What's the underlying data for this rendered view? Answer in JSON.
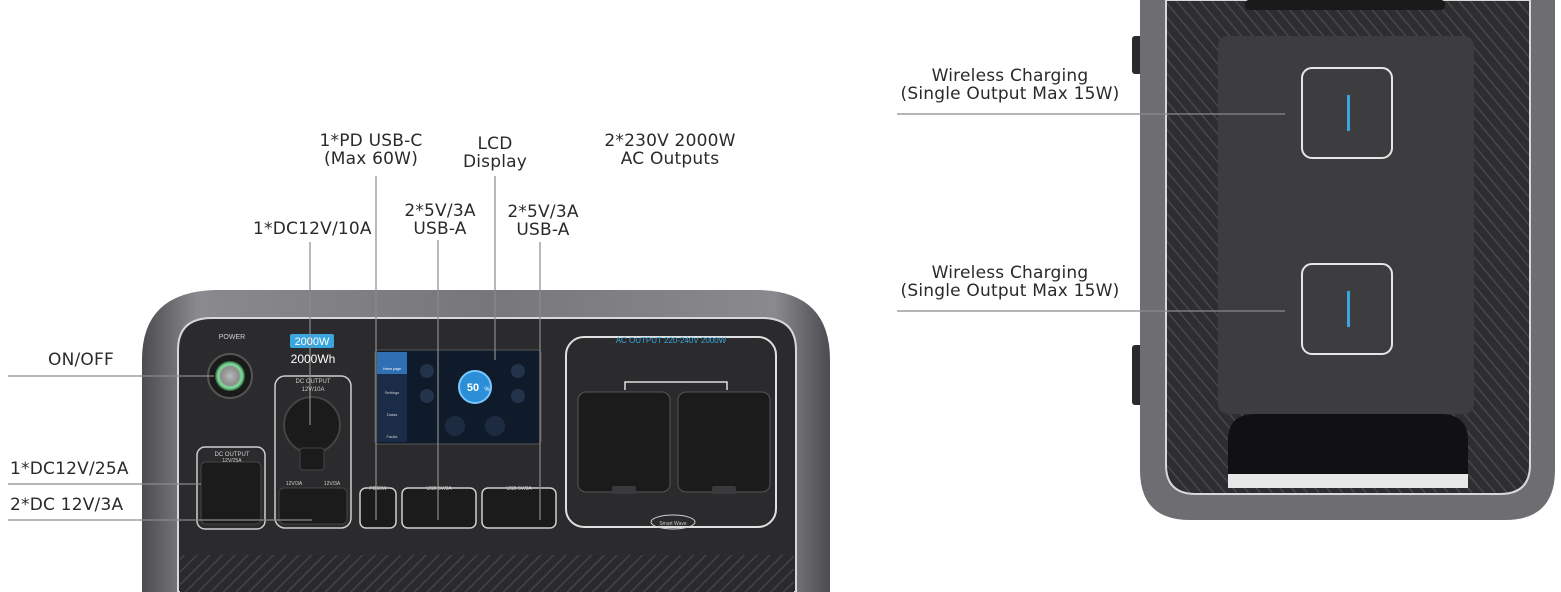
{
  "front_panel": {
    "capacity_badge": "2000W",
    "capacity_label": "2000Wh",
    "power_label": "POWER",
    "dc_output_label_top": "DC OUTPUT",
    "dc_output_sub_top": "12V/10A",
    "dc_output_label_left": "DC OUTPUT",
    "dc_output_sub_left": "12V/25A",
    "dc_port_label_a": "12V/3A",
    "dc_port_label_b": "12V/3A",
    "usbc_label": "PD60W",
    "usb_a_label_1": "USB 5V/3A",
    "usb_a_label_2": "USB 5V/3A",
    "ac_output_label": "AC OUTPUT 220-240V 2000W",
    "smart_wave_label": "Smart Wave",
    "lcd": {
      "battery_percent": "50",
      "battery_unit": "%",
      "menu": [
        "Home page",
        "Settings",
        "Datas",
        "Faults"
      ]
    }
  },
  "callouts": {
    "on_off": "ON/OFF",
    "dc_12v_25a": "1*DC12V/25A",
    "dc_12v_3a": "2*DC 12V/3A",
    "dc_12v_10a": "1*DC12V/10A",
    "pd_usbc_line1": "1*PD USB-C",
    "pd_usbc_line2": "(Max 60W)",
    "usb_a1_line1": "2*5V/3A",
    "usb_a1_line2": "USB-A",
    "lcd_line1": "LCD",
    "lcd_line2": "Display",
    "usb_a2_line1": "2*5V/3A",
    "usb_a2_line2": "USB-A",
    "ac_line1": "2*230V 2000W",
    "ac_line2": "AC Outputs",
    "wireless1_line1": "Wireless Charging",
    "wireless1_line2": "(Single Output Max 15W)",
    "wireless2_line1": "Wireless Charging",
    "wireless2_line2": "(Single Output Max 15W)"
  },
  "colors": {
    "accent": "#3aa6dd",
    "body_dark": "#2b2b2d",
    "shell_grey": "#6e6e72",
    "power_ring": "#7fe39a"
  }
}
